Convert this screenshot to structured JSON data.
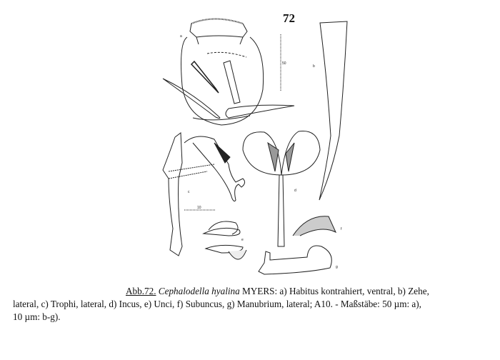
{
  "figure": {
    "number": "72",
    "panel_labels": [
      "a",
      "b",
      "c",
      "d",
      "e",
      "f",
      "g"
    ],
    "scale_bar_labels": [
      "50",
      "10"
    ]
  },
  "caption": {
    "ref": "Abb.72.",
    "species": "Cephalodella hyalina",
    "line1_rest": " MYERS: a) Habitus kontrahiert, ventral, b) Zehe,",
    "line2": "lateral, c) Trophi, lateral, d) Incus, e) Unci, f) Subuncus, g) Manubrium, lateral; A10. - Maßstäbe: 50 µm: a),",
    "line3": "10 µm: b-g)."
  }
}
